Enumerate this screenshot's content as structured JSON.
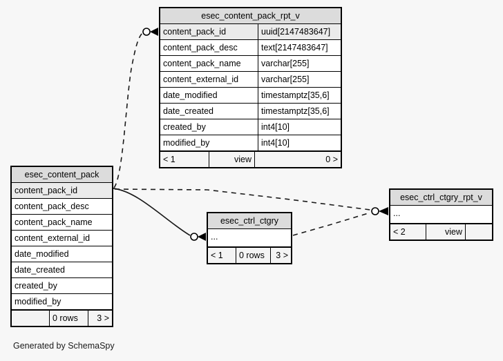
{
  "page": {
    "background_color": "#f7f7f7",
    "caption": "Generated by SchemaSpy"
  },
  "entities": [
    {
      "id": "content-pack-rpt-v",
      "name": "esec_content_pack_rpt_v",
      "kind": "view",
      "columns": [
        {
          "name": "content_pack_id",
          "type": "uuid[2147483647]",
          "primary_key": true
        },
        {
          "name": "content_pack_desc",
          "type": "text[2147483647]",
          "primary_key": false
        },
        {
          "name": "content_pack_name",
          "type": "varchar[255]",
          "primary_key": false
        },
        {
          "name": "content_external_id",
          "type": "varchar[255]",
          "primary_key": false
        },
        {
          "name": "date_modified",
          "type": "timestamptz[35,6]",
          "primary_key": false
        },
        {
          "name": "date_created",
          "type": "timestamptz[35,6]",
          "primary_key": false
        },
        {
          "name": "created_by",
          "type": "int4[10]",
          "primary_key": false
        },
        {
          "name": "modified_by",
          "type": "int4[10]",
          "primary_key": false
        }
      ],
      "footer": {
        "left": "< 1",
        "center": "view",
        "right": "0 >"
      }
    },
    {
      "id": "content-pack",
      "name": "esec_content_pack",
      "kind": "table",
      "columns": [
        {
          "name": "content_pack_id",
          "type": "",
          "primary_key": true
        },
        {
          "name": "content_pack_desc",
          "type": "",
          "primary_key": false
        },
        {
          "name": "content_pack_name",
          "type": "",
          "primary_key": false
        },
        {
          "name": "content_external_id",
          "type": "",
          "primary_key": false
        },
        {
          "name": "date_modified",
          "type": "",
          "primary_key": false
        },
        {
          "name": "date_created",
          "type": "",
          "primary_key": false
        },
        {
          "name": "created_by",
          "type": "",
          "primary_key": false
        },
        {
          "name": "modified_by",
          "type": "",
          "primary_key": false
        }
      ],
      "footer": {
        "left": "",
        "center": "0 rows",
        "right": "3 >"
      }
    },
    {
      "id": "ctrl-ctgry",
      "name": "esec_ctrl_ctgry",
      "kind": "table",
      "columns": [
        {
          "name": "...",
          "type": "",
          "primary_key": false
        }
      ],
      "footer": {
        "left": "< 1",
        "center": "0 rows",
        "right": "3 >"
      }
    },
    {
      "id": "ctrl-ctgry-rpt-v",
      "name": "esec_ctrl_ctgry_rpt_v",
      "kind": "view",
      "columns": [
        {
          "name": "...",
          "type": "",
          "primary_key": false
        }
      ],
      "footer": {
        "left": "< 2",
        "center": "view",
        "right": ""
      }
    }
  ],
  "relationships": [
    {
      "id": "rel-pack-to-pack-rptv",
      "from": "esec_content_pack",
      "to": "esec_content_pack_rpt_v",
      "style": "dashed"
    },
    {
      "id": "rel-pack-to-ctrl-ctgry",
      "from": "esec_content_pack",
      "to": "esec_ctrl_ctgry",
      "style": "solid"
    },
    {
      "id": "rel-pack-to-ctgry-rptv",
      "from": "esec_content_pack",
      "to": "esec_ctrl_ctgry_rpt_v",
      "style": "dashed"
    },
    {
      "id": "rel-ctrl-ctgry-to-ctgry-rptv",
      "from": "esec_ctrl_ctgry",
      "to": "esec_ctrl_ctgry_rpt_v",
      "style": "dashed"
    }
  ]
}
